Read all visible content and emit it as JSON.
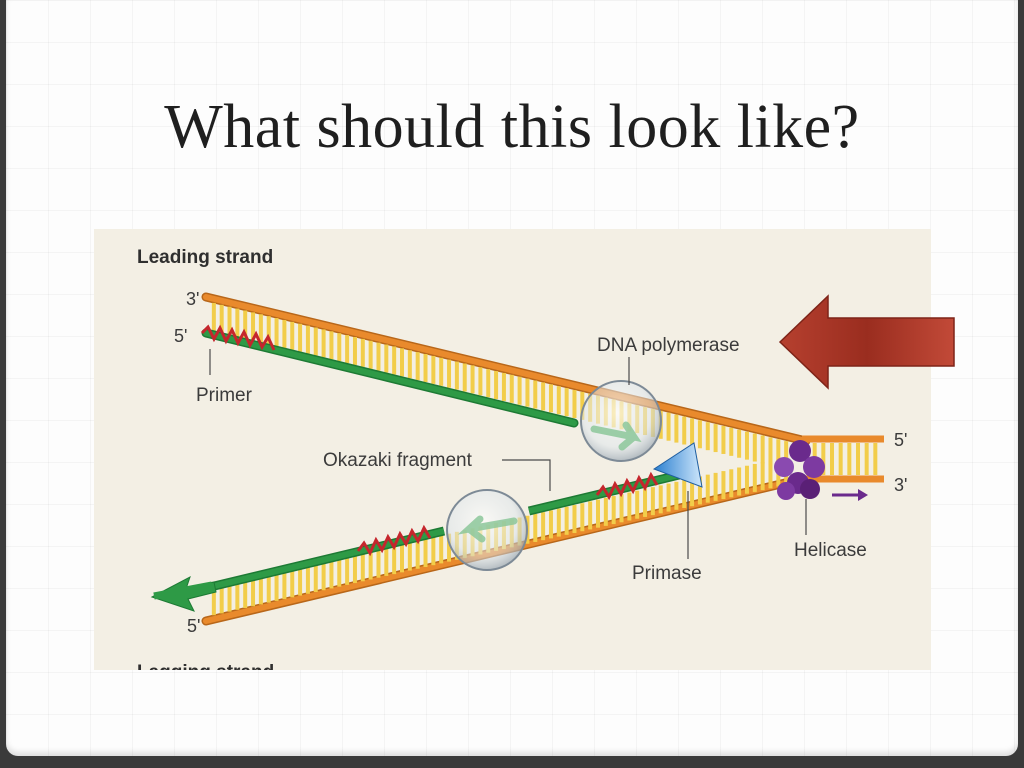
{
  "slide": {
    "title": "What should this look like?"
  },
  "diagram": {
    "leading_strand_label": "Leading strand",
    "lagging_strand_label": "Lagging strand",
    "leading_3prime": "3'",
    "leading_5prime": "5'",
    "right_5prime": "5'",
    "right_3prime": "3'",
    "lagging_5prime": "5'",
    "primer_label": "Primer",
    "dna_polymerase_label": "DNA polymerase",
    "okazaki_label": "Okazaki fragment",
    "primase_label": "Primase",
    "helicase_label": "Helicase"
  },
  "colors": {
    "orange_strand": "#e98a2c",
    "green_strand": "#2e9a46",
    "rungs": "#f2cd4a",
    "primer_red": "#c5262d",
    "helicase_purple": "#6a2a8c",
    "pointer_arrow": "#a8382b"
  }
}
